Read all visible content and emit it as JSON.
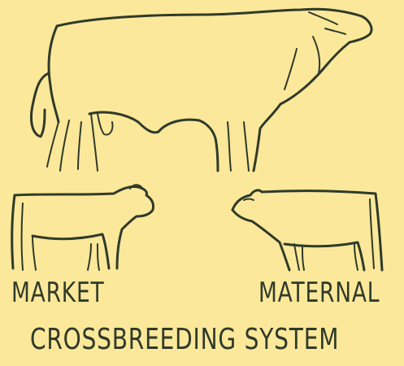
{
  "labels": {
    "market": "MARKET",
    "maternal": "MATERNAL",
    "title": "CROSSBREEDING SYSTEM"
  },
  "illustration": {
    "top": "bull-drawing",
    "left": "market-steer-drawing",
    "right": "maternal-cow-drawing"
  },
  "colors": {
    "background": "#fbe89a",
    "ink": "#2f3a2a"
  }
}
